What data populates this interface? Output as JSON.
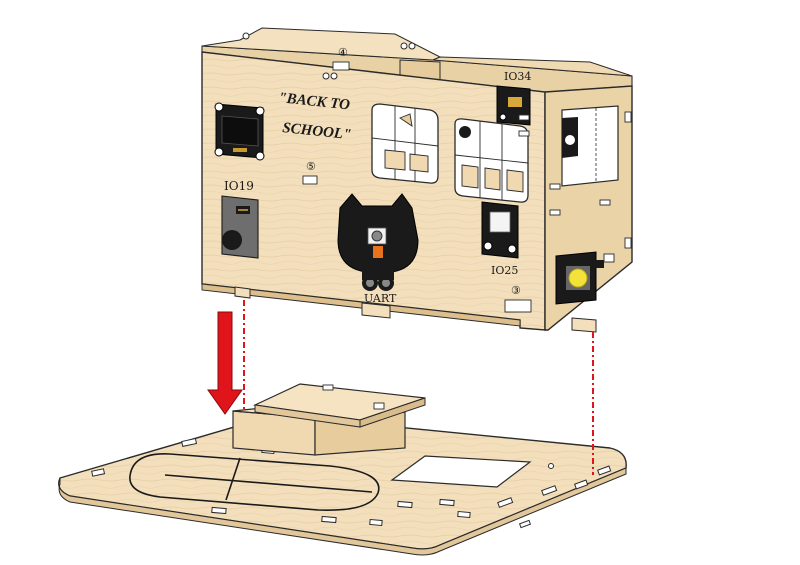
{
  "diagram": {
    "sign_line1": "\"BACK TO",
    "sign_line2": "SCHOOL\"",
    "labels": {
      "io19": "IO19",
      "io25": "IO25",
      "io34": "IO34",
      "uart": "UART"
    },
    "step_marks": {
      "top": "④",
      "left": "⑤",
      "right": "③"
    },
    "colors": {
      "wood": "#F3DFBC",
      "wood_edge": "#E2C79A",
      "outline": "#2b2b2b",
      "arrow": "#E0141B",
      "guide": "#E0141B",
      "button": "#F2E23A"
    }
  }
}
